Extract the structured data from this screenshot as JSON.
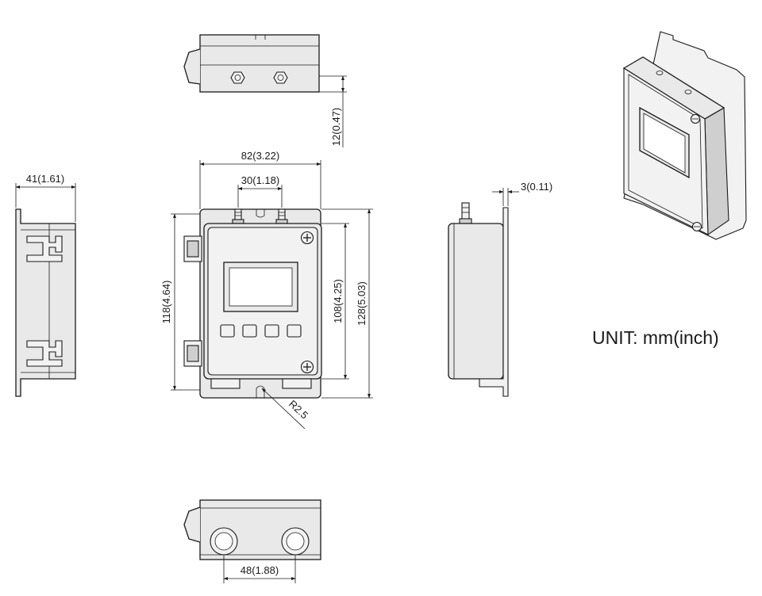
{
  "dimensions": {
    "top_height": "12(0.47)",
    "overall_width": "82(3.22)",
    "nozzle_spacing": "30(1.18)",
    "side_depth": "41(1.61)",
    "mount_height": "118(4.64)",
    "body_height": "108(4.25)",
    "overall_height": "128(5.03)",
    "radius": "R2.5",
    "flange_thickness": "3(0.11)",
    "port_spacing": "48(1.88)"
  },
  "unit_label": "UNIT: mm(inch)"
}
